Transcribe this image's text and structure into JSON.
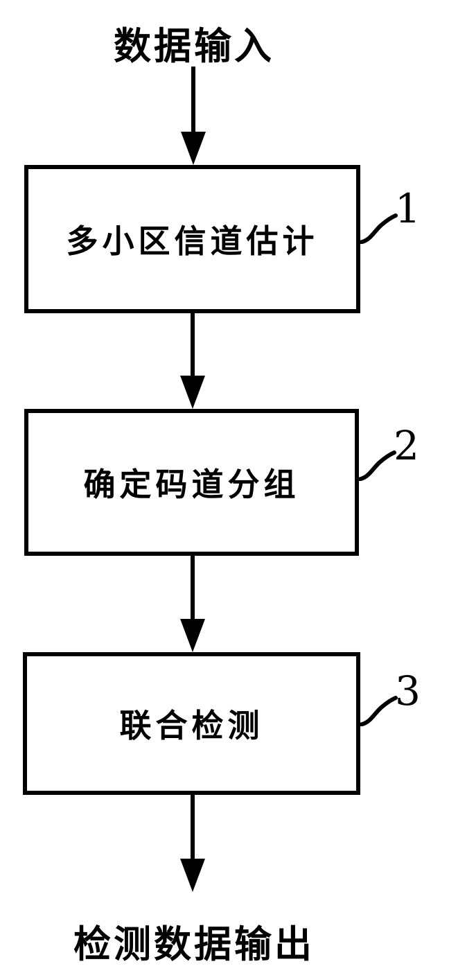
{
  "figure": {
    "background": "#ffffff",
    "ink_color": "#000000",
    "input_label": "数据输入",
    "output_label": "检测数据输出",
    "steps": [
      {
        "label": "多小区信道估计",
        "ref": "1"
      },
      {
        "label": "确定码道分组",
        "ref": "2"
      },
      {
        "label": "联合检测",
        "ref": "3"
      }
    ]
  }
}
